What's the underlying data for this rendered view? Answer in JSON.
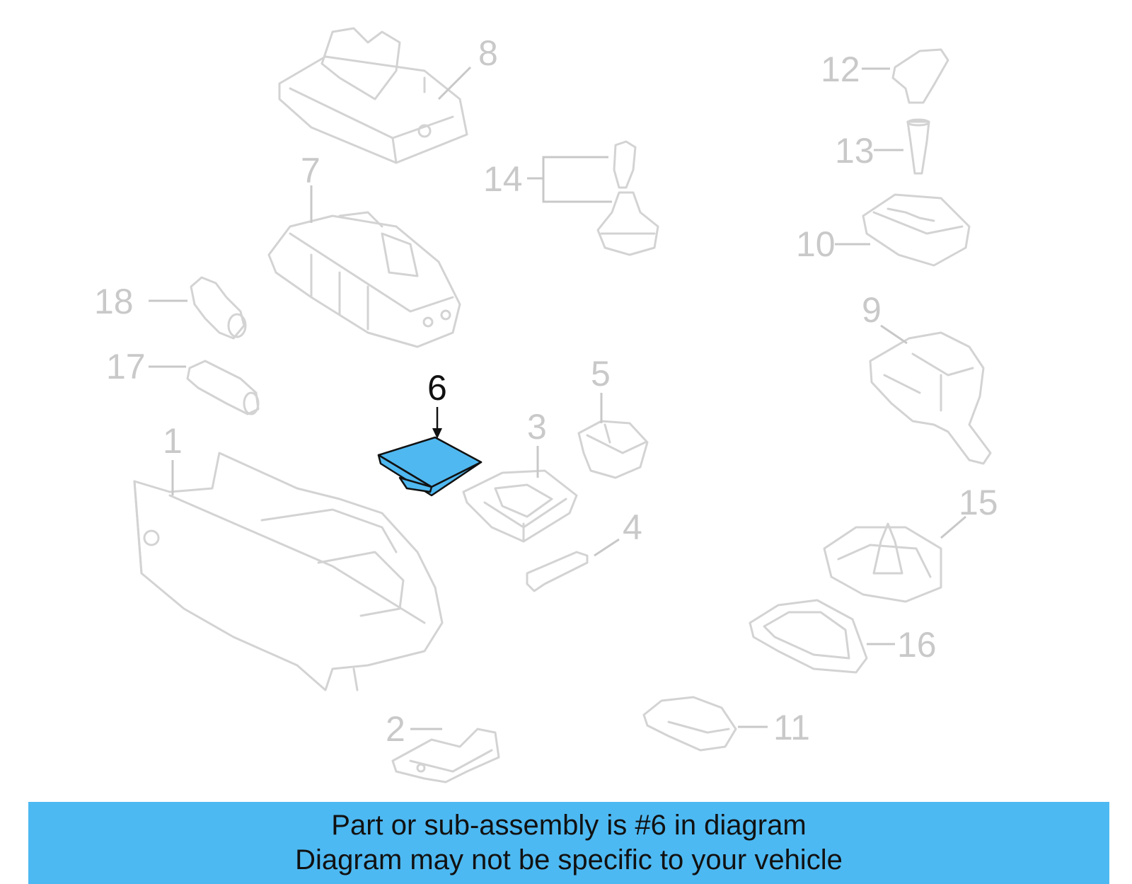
{
  "diagram": {
    "highlighted_part": "6",
    "callouts": {
      "c1": "1",
      "c2": "2",
      "c3": "3",
      "c4": "4",
      "c5": "5",
      "c6": "6",
      "c7": "7",
      "c8": "8",
      "c9": "9",
      "c10": "10",
      "c11": "11",
      "c12": "12",
      "c13": "13",
      "c14": "14",
      "c15": "15",
      "c16": "16",
      "c17": "17",
      "c18": "18"
    },
    "colors": {
      "highlight": "#4fb8f0",
      "banner": "#4db9f2",
      "line_art": "#d3d3d3"
    }
  },
  "caption": {
    "line1": "Part or sub-assembly is #6 in diagram",
    "line2": "Diagram may not be specific to your vehicle"
  }
}
